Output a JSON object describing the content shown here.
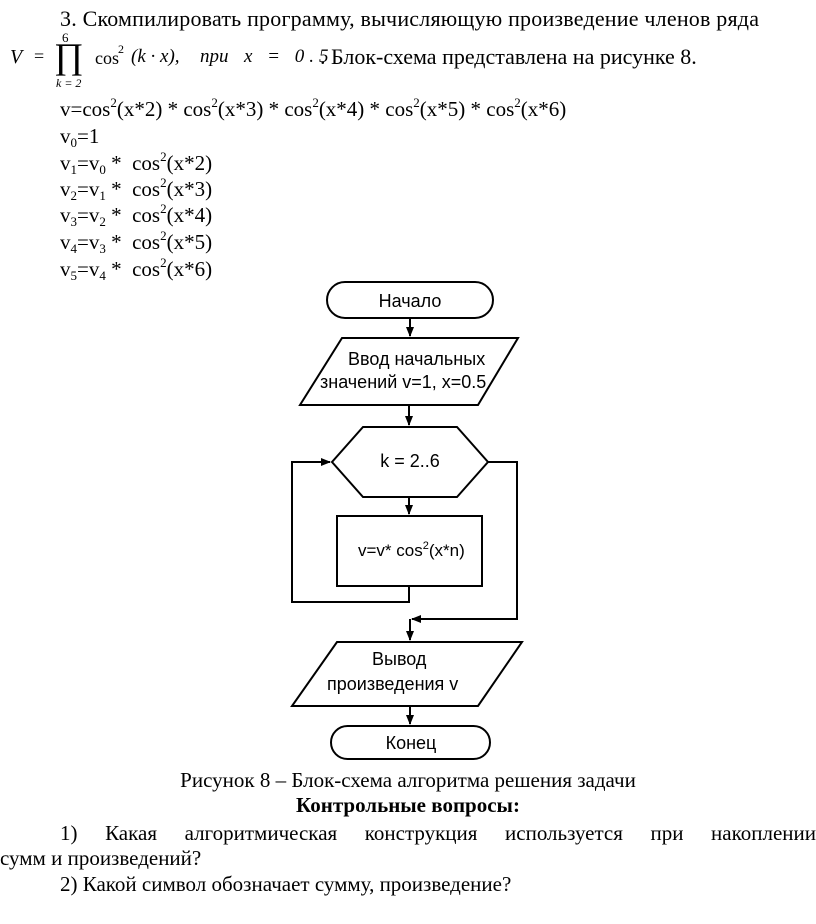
{
  "task": {
    "intro": "3. Скомпилировать программу, вычисляющую произведение членов ряда",
    "formula": {
      "lhs": "V",
      "eq": "=",
      "prod_top": "6",
      "prod_bottom": "k = 2",
      "term": "cos",
      "term_power": "2",
      "arg": "(k · x),",
      "cond_word": "при",
      "cond": "x = 0.5"
    },
    "after_formula": ". Блок-схема представлена на рисунке 8."
  },
  "expansion": {
    "main": {
      "pre": "v=cos",
      "a": "(x*2) * cos",
      "b": "(x*3) * cos",
      "c": "(x*4) * cos",
      "d": "(x*5) * cos",
      "e": "(x*6)",
      "sup": "2"
    },
    "v0": {
      "v": "v",
      "idx": "0",
      "rest": "=1"
    },
    "lines": [
      {
        "lhs_idx": "1",
        "rhs_idx": "0",
        "arg": "(x*2)"
      },
      {
        "lhs_idx": "2",
        "rhs_idx": "1",
        "arg": "(x*3)"
      },
      {
        "lhs_idx": "3",
        "rhs_idx": "2",
        "arg": "(x*4)"
      },
      {
        "lhs_idx": "4",
        "rhs_idx": "3",
        "arg": "(x*5)"
      },
      {
        "lhs_idx": "5",
        "rhs_idx": "4",
        "arg": "(x*6)"
      }
    ],
    "v_letter": "v",
    "eq_v": "=v",
    "mul_cos": " *  cos",
    "sup": "2"
  },
  "flowchart": {
    "start": "Начало",
    "input_line1": "Ввод начальных",
    "input_line2": "значений v=1, x=0.5",
    "loop": "k = 2..6",
    "process_pre": "v=v* cos",
    "process_sup": "2",
    "process_post": "(x*n)",
    "output_line1": "Вывод",
    "output_line2": "произведения v",
    "end": "Конец"
  },
  "caption": "Рисунок 8 – Блок-схема алгоритма решения задачи",
  "questions": {
    "heading": "Контрольные вопросы:",
    "q1_line1": "1) Какая алгоритмическая конструкция используется при накоплении",
    "q1_line2": "сумм и произведений?",
    "q2": "2)  Какой символ обозначает сумму, произведение?"
  }
}
